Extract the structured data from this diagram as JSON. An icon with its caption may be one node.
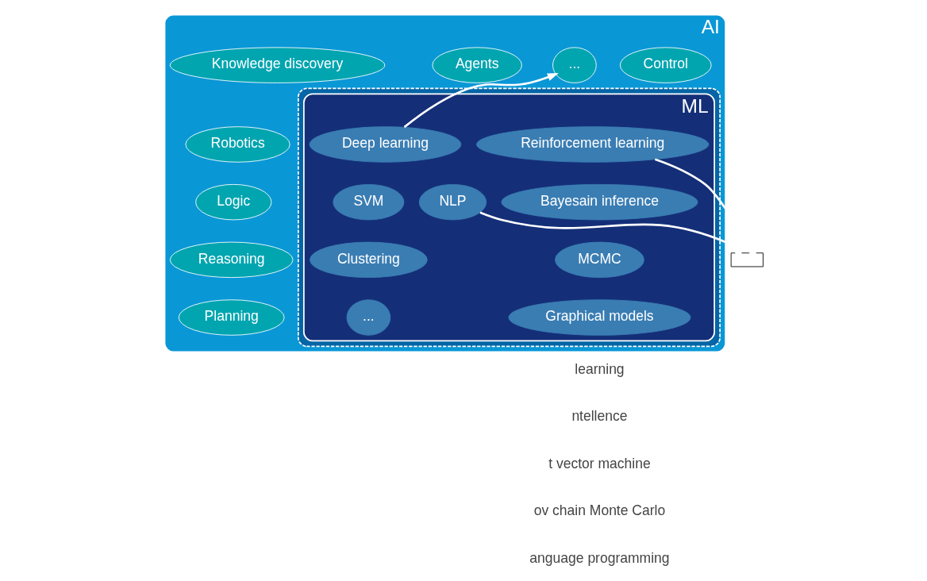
{
  "diagram": {
    "nodes": [
      {
        "text": [
          "AI"
        ]
      },
      {
        "text": [],
        "shape": "ellipse",
        "in": 0
      },
      {
        "text": [
          "ML"
        ],
        "in": 1
      },
      {
        "text": [
          "Agents"
        ],
        "in": 0
      },
      {
        "text": [
          "Control"
        ],
        "in": 0
      },
      {
        "text": [
          "..."
        ],
        "in": 0
      },
      {
        "text": [
          "Knowledge discovery"
        ],
        "in": 0
      },
      {
        "text": [
          "Robotics"
        ],
        "in": 0
      },
      {
        "text": [
          "Logic"
        ],
        "in": 0
      },
      {
        "text": [
          "Reasoning"
        ],
        "in": 0
      },
      {
        "text": [
          "Planning"
        ],
        "in": 0
      },
      {
        "text": [
          "Reinforcement learning"
        ],
        "in": 2
      },
      {
        "text": [
          "Deep learning"
        ],
        "in": 2
      },
      {
        "text": [
          "Bayesain inference"
        ],
        "in": 2
      },
      {
        "text": [
          "SVM"
        ],
        "in": 2
      },
      {
        "text": [
          "Clustering"
        ],
        "in": 2
      },
      {
        "text": [
          "MCMC"
        ],
        "in": 2
      },
      {
        "text": [
          "NLP"
        ],
        "in": 2
      },
      {
        "text": [
          "Graphical models"
        ],
        "in": 2
      },
      {
        "text": [
          "..."
        ],
        "in": 2
      }
    ],
    "edges": [
      {
        "from": 11,
        "to": 1,
        "arrow": "to"
      },
      {
        "from": 12,
        "to": 5,
        "arrow": "to"
      },
      {
        "from": 17,
        "to": 1,
        "arrow": "to"
      }
    ],
    "labels": [
      "learning",
      "ntellence",
      "t vector machine",
      "ov chain Monte Carlo",
      "anguage programming"
    ]
  }
}
